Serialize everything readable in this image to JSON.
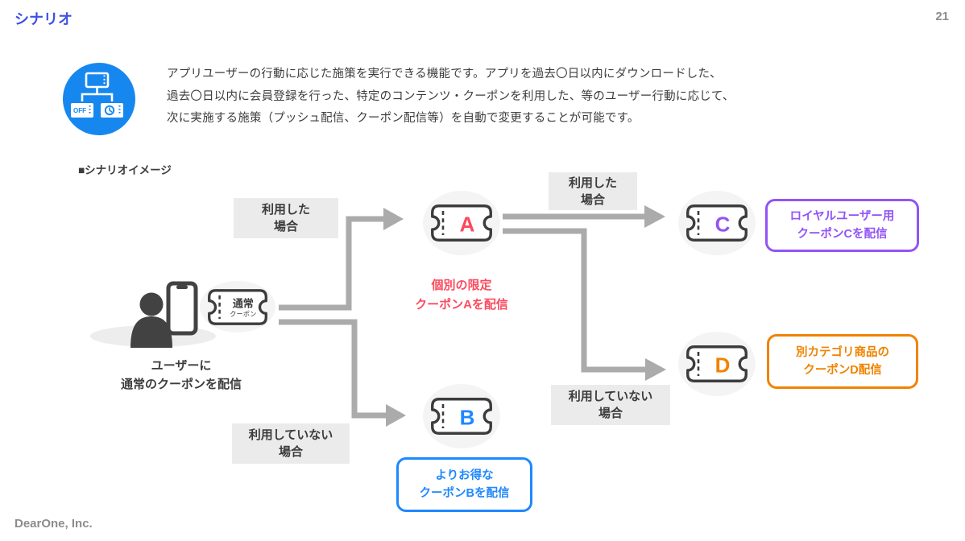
{
  "page": {
    "title": "シナリオ",
    "page_number": "21",
    "footer": "DearOne, Inc."
  },
  "intro": {
    "lines": [
      "アプリユーザーの行動に応じた施策を実行できる機能です。アプリを過去〇日以内にダウンロードした、",
      "過去〇日以内に会員登録を行った、特定のコンテンツ・クーポンを利用した、等のユーザー行動に応じて、",
      "次に実施する施策（プッシュ配信、クーポン配信等）を自動で変更することが可能です。"
    ]
  },
  "section": {
    "label": "■シナリオイメージ"
  },
  "feature_icon": {
    "off_label": "OFF"
  },
  "flow": {
    "start": {
      "ticket_label": "通常",
      "ticket_sublabel": "クーポン",
      "caption": [
        "ユーザーに",
        "通常のクーポンを配信"
      ]
    },
    "branch_labels": {
      "used_left": [
        "利用した",
        "場合"
      ],
      "not_used_left": [
        "利用していない",
        "場合"
      ],
      "used_right": [
        "利用した",
        "場合"
      ],
      "not_used_right": [
        "利用していない",
        "場合"
      ]
    },
    "coupon_a": {
      "letter": "A",
      "color": "#FB4A5F",
      "caption": [
        "個別の限定",
        "クーポンAを配信"
      ]
    },
    "coupon_b": {
      "letter": "B",
      "color": "#1E88FF",
      "note": [
        "よりお得な",
        "クーポンBを配信"
      ]
    },
    "coupon_c": {
      "letter": "C",
      "color": "#9254F5",
      "note": [
        "ロイヤルユーザー用",
        "クーポンCを配信"
      ]
    },
    "coupon_d": {
      "letter": "D",
      "color": "#F08300",
      "note": [
        "別カテゴリ商品の",
        "クーポンD配信"
      ]
    }
  },
  "colors": {
    "title_blue": "#3D50E2",
    "icon_blue": "#1787F0",
    "arrow_gray": "#ABABAB",
    "box_gray": "#EBEBEB",
    "ink": "#3C3C3C",
    "muted_gray": "#8C8C8C",
    "ticket_outline": "#3C3C3C"
  }
}
